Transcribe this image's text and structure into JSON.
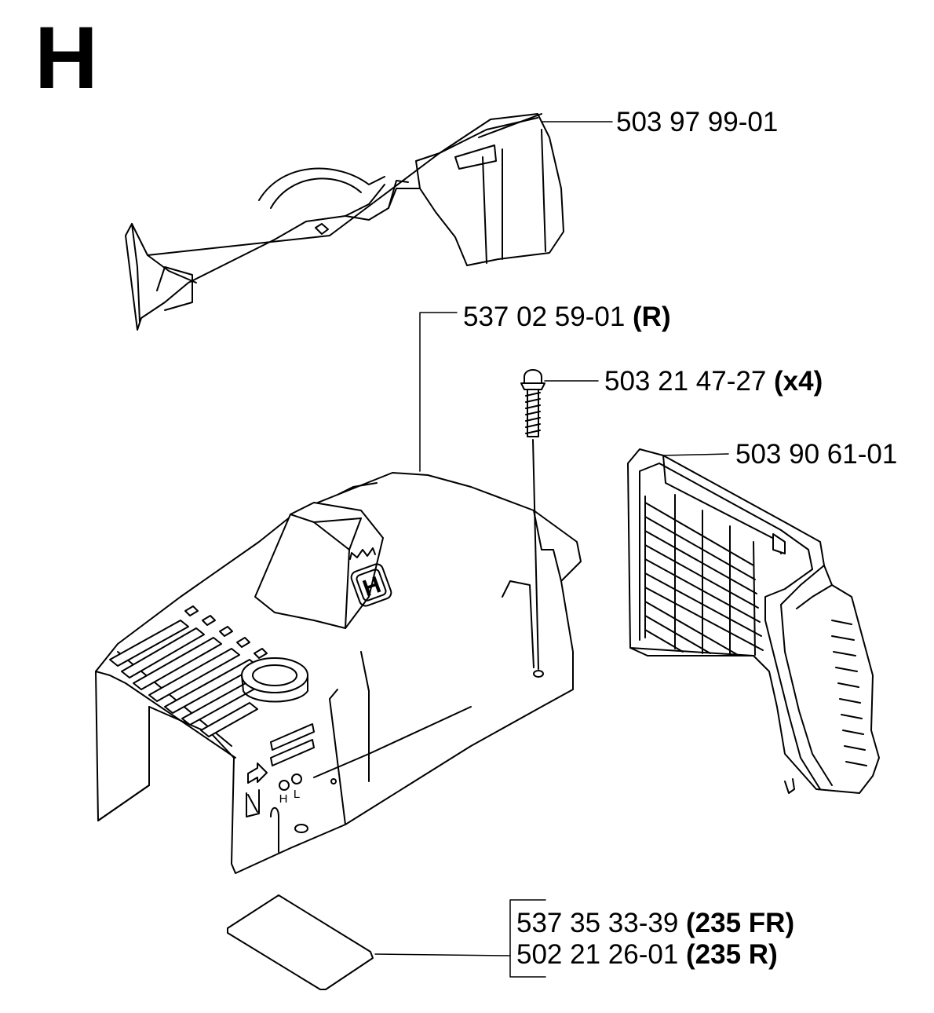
{
  "section_letter": "H",
  "parts": [
    {
      "number": "503 97 99-01",
      "qualifier": ""
    },
    {
      "number": "537 02 59-01",
      "qualifier": "(R)"
    },
    {
      "number": "503 21 47-27",
      "qualifier": "(x4)"
    },
    {
      "number": "503 90 61-01",
      "qualifier": ""
    },
    {
      "number": "537 35 33-39",
      "qualifier": "(235 FR)"
    },
    {
      "number": "502 21 26-01",
      "qualifier": "(235 R)"
    }
  ],
  "logo_text": "H",
  "panel_markings": [
    "H",
    "L"
  ]
}
